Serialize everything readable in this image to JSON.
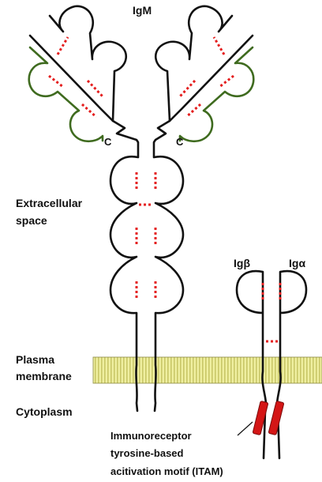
{
  "title": "IgM",
  "labels": {
    "extracellular_line1": "Extracellular",
    "extracellular_line2": "space",
    "plasma_line1": "Plasma",
    "plasma_line2": "membrane",
    "cytoplasm": "Cytoplasm",
    "ig_beta": "Igβ",
    "ig_alpha": "Igα",
    "c_left": "C",
    "c_right": "C",
    "itam_line1": "Immunoreceptor",
    "itam_line2": "tyrosine-based",
    "itam_line3": "acitivation motif (ITAM)"
  },
  "colors": {
    "heavy_chain": "#111111",
    "light_chain": "#3f6b1f",
    "disulfide_bond": "#e41e1e",
    "membrane_fill": "#efefa0",
    "membrane_stripe": "#c9c768",
    "itam": "#d41616"
  }
}
